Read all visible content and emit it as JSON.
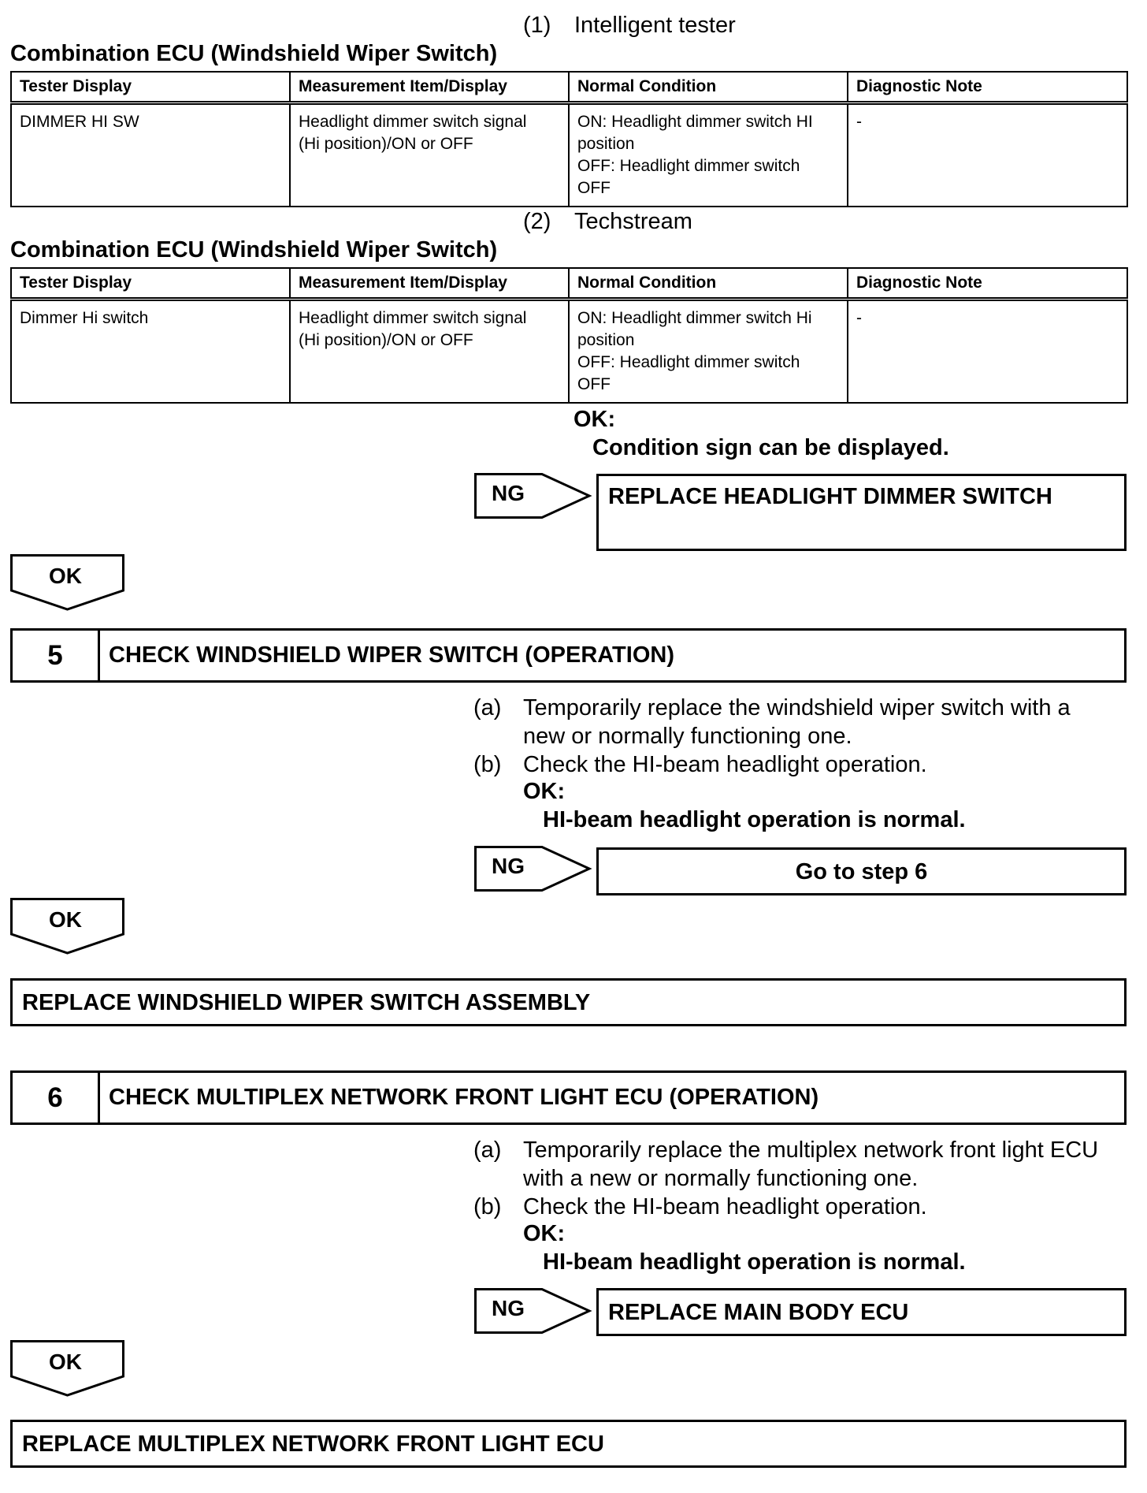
{
  "section1": {
    "index": "(1)",
    "label": "Intelligent tester",
    "title": "Combination ECU (Windshield Wiper Switch)",
    "headers": [
      "Tester Display",
      "Measurement Item/Display",
      "Normal Condition",
      "Diagnostic Note"
    ],
    "row": {
      "tester": "DIMMER HI SW",
      "item_line1": "Headlight dimmer switch signal",
      "item_line2": "(Hi position)/ON or OFF",
      "cond_line1": "ON: Headlight dimmer switch HI",
      "cond_line2": "position",
      "cond_line3": "OFF: Headlight dimmer switch",
      "cond_line4": "OFF",
      "note": "-"
    }
  },
  "section2": {
    "index": "(2)",
    "label": "Techstream",
    "title": "Combination ECU (Windshield Wiper Switch)",
    "headers": [
      "Tester Display",
      "Measurement Item/Display",
      "Normal Condition",
      "Diagnostic Note"
    ],
    "row": {
      "tester": "Dimmer Hi switch",
      "item_line1": "Headlight dimmer switch signal",
      "item_line2": "(Hi position)/ON or OFF",
      "cond_line1": "ON: Headlight dimmer switch Hi",
      "cond_line2": "position",
      "cond_line3": "OFF: Headlight dimmer switch",
      "cond_line4": "OFF",
      "note": "-"
    }
  },
  "step4_result": {
    "ok_label": "OK:",
    "ok_text": "Condition sign can be displayed.",
    "ng_label": "NG",
    "ng_action": "REPLACE HEADLIGHT DIMMER SWITCH",
    "ok_arrow": "OK"
  },
  "step5": {
    "number": "5",
    "title": "CHECK WINDSHIELD WIPER SWITCH (OPERATION)",
    "a_idx": "(a)",
    "a_line1": "Temporarily replace the windshield wiper switch with a",
    "a_line2": "new or normally functioning one.",
    "b_idx": "(b)",
    "b_text": "Check the HI-beam headlight operation.",
    "ok_label": "OK:",
    "ok_text": "HI-beam headlight operation is normal.",
    "ng_label": "NG",
    "ng_action": "Go to step 6",
    "ok_arrow": "OK",
    "ok_action": "REPLACE WINDSHIELD WIPER SWITCH ASSEMBLY"
  },
  "step6": {
    "number": "6",
    "title": "CHECK MULTIPLEX NETWORK FRONT LIGHT ECU (OPERATION)",
    "a_idx": "(a)",
    "a_line1": "Temporarily replace the multiplex network front light ECU",
    "a_line2": "with a new or normally functioning one.",
    "b_idx": "(b)",
    "b_text": "Check the HI-beam headlight operation.",
    "ok_label": "OK:",
    "ok_text": "HI-beam headlight operation is normal.",
    "ng_label": "NG",
    "ng_action": "REPLACE MAIN BODY ECU",
    "ok_arrow": "OK",
    "ok_action": "REPLACE MULTIPLEX NETWORK FRONT LIGHT ECU"
  }
}
